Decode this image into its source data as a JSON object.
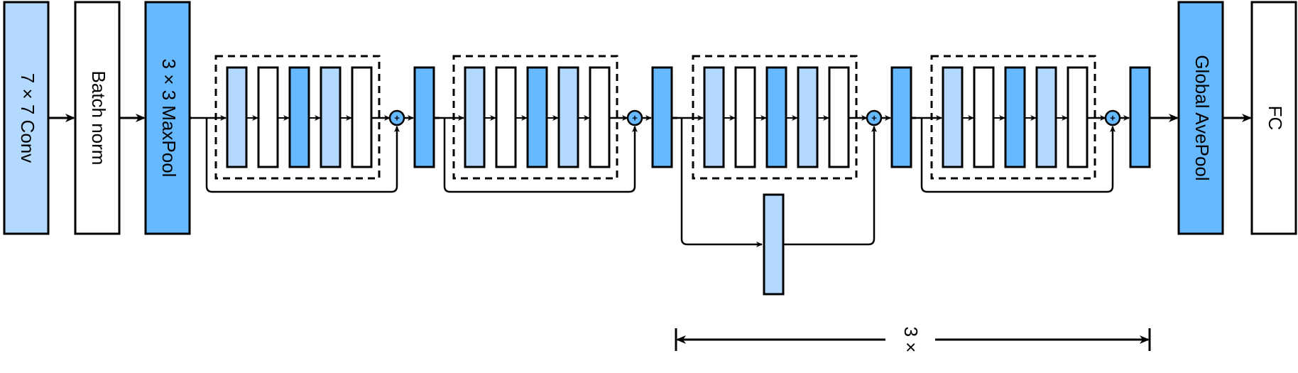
{
  "colors": {
    "light_blue": "#b3d9ff",
    "mid_blue": "#66b8ff",
    "white": "#ffffff",
    "stroke": "#000000"
  },
  "stem": {
    "conv_label": "7 × 7 Conv",
    "batch_norm_label": "Batch norm",
    "maxpool_label": "3 × 3 MaxPool"
  },
  "head": {
    "global_avepool_label": "Global AvePool",
    "fc_label": "FC"
  },
  "blocks": {
    "plus_symbol": "+",
    "repeat_label": "3 ×"
  }
}
